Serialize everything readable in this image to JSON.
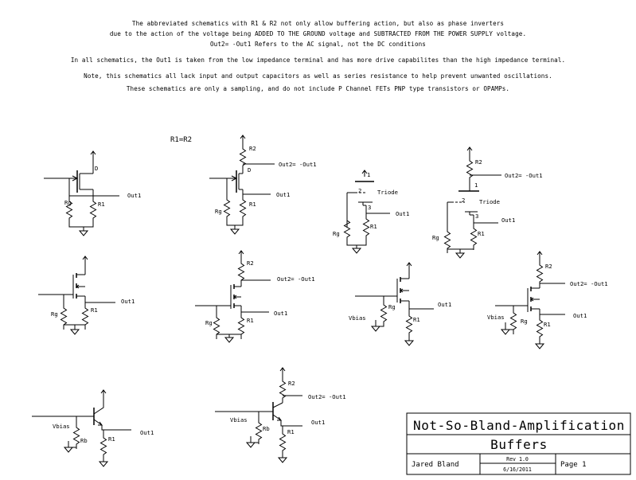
{
  "notes": [
    "The abbreviated schematics with R1 & R2 not only allow buffering action, but also as phase inverters",
    "due to the action of the voltage being ADDED TO THE GROUND voltage and SUBTRACTED FROM THE POWER SUPPLY voltage.",
    "Out2= -Out1 Refers to the AC signal, not the DC conditions",
    "In all schematics, the Out1 is taken from the low impedance terminal and has more drive capabilites than the high impedance terminal.",
    "Note, this schematics all lack input and output capacitors as well as series resistance to help prevent unwanted oscillations.",
    "These schematics are only a sampling, and do not include P Channel FETs PNP type transistors or OPAMPs."
  ],
  "r1_eq_r2": "R1=R2",
  "labels": {
    "out1": "Out1",
    "out2": "Out2= -Out1",
    "rg": "Rg",
    "r1": "R1",
    "r2": "R2",
    "rb": "Rb",
    "vbias": "Vbias",
    "d": "D",
    "triode": "Triode",
    "pin1": "1",
    "pin2": "2",
    "pin3": "3"
  },
  "title_block": {
    "title": "Not-So-Bland-Amplification",
    "subtitle": "Buffers",
    "author": "Jared Bland",
    "rev": "Rev 1.0",
    "date": "6/16/2011",
    "page": "Page 1"
  }
}
